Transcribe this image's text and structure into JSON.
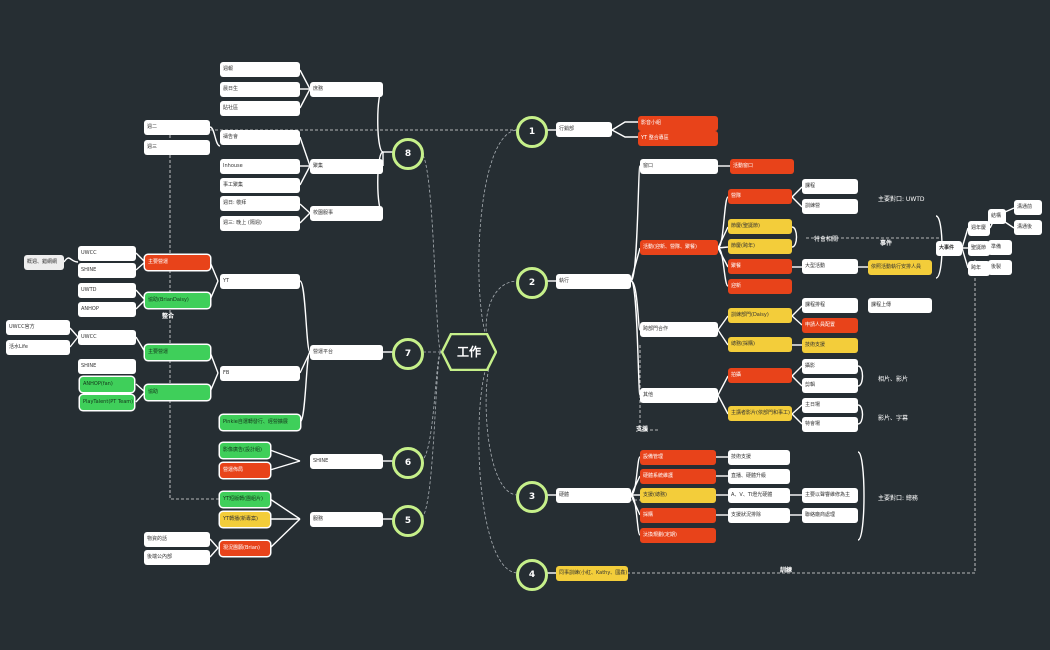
{
  "center": "工作",
  "circles": {
    "1": "1",
    "2": "2",
    "3": "3",
    "4": "4",
    "5": "5",
    "6": "6",
    "7": "7",
    "8": "8"
  },
  "r1": {
    "main": "行銷部",
    "a": "影音小組",
    "b": "YT 整合專區"
  },
  "r2": {
    "main": "執行",
    "window": "窗口",
    "window_sub": "活動窗口",
    "events": "活動(迎新、營隊、聚餐)",
    "ev_a": "營隊",
    "ev_b": "節慶(聖誕節)",
    "ev_c": "節慶(跨年)",
    "ev_d": "聚餐",
    "ev_e": "迎新",
    "course": "課程",
    "training": "訓練營",
    "note_wtd": "主要對口: UWTD",
    "note_special": "特會相關",
    "big_event": "大型活動",
    "big_event_note": "依照活動執行安排人員",
    "label_events": "事件",
    "cross": "跨部門合作",
    "cross_a": "訓練部門(Daisy)",
    "cross_b": "總務(採購)",
    "schedule": "課程排程",
    "schedule_up": "課程上傳",
    "apply_staff": "申請人員配置",
    "tech_support": "技術支援",
    "other": "其他",
    "other_a": "拍攝",
    "other_b": "主講者影片(依部門和事工)",
    "shoot": "攝影",
    "edit": "剪輯",
    "host": "主日場",
    "special_guest": "特會場",
    "note_photo": "相片、影片",
    "note_subtitle": "影片、字幕",
    "label_support": "支援"
  },
  "cluster": {
    "major": "大事件",
    "a": "週年慶",
    "b": "聖誕節",
    "c": "跨年",
    "d": "結構",
    "e": "溝通前",
    "f": "溝通後",
    "g": "準備",
    "h": "後製"
  },
  "r3": {
    "main": "硬體",
    "a": "設備管理",
    "b": "硬體系統維護",
    "c": "支援(總務)",
    "d": "採購",
    "e": "汰換規劃(定期)",
    "a1": "技術支援",
    "b1": "直播、硬體升級",
    "c1": "A、V、Tl燈光硬體",
    "d1": "支援狀況排除",
    "c2": "主要以聲響維修為主",
    "d2": "聯絡廠商處理",
    "note": "主要對口: 總務"
  },
  "r4": {
    "main": "同事訓練(小紅、Kathy、國鑫)",
    "label": "訓練"
  },
  "l8": {
    "admin": "庶務",
    "admin_a": "週報",
    "admin_b": "晨日生",
    "admin_c": "貼社區",
    "recruit": "聚集",
    "recruit_a": "禱告會",
    "recruit_b": "Inhouse",
    "recruit_c": "事工聚集",
    "campus": "校園服事",
    "campus_a": "週日: 敬拜",
    "campus_b": "週三: 晚上 (隔週)",
    "tue": "週二",
    "wed": "週三"
  },
  "l7": {
    "main": "營運平台",
    "yt": "YT",
    "fb": "FB",
    "pinkie": "Pinkie自選轉發行、經營擴展",
    "yt_a": "主要營運",
    "yt_b": "協助(BrianDaisy)",
    "fb_a": "主要營運",
    "fb_b": "協助",
    "label": "整合",
    "uwcc1": "UWCC",
    "shine1": "SHINE",
    "uwtd": "UWTD",
    "anhop": "ANHOP",
    "uwcc2": "UWCC",
    "shine2": "SHINE",
    "anhop_fan": "ANHOP(fan)",
    "play": "PlayTalent(PT Team)",
    "uwcc_official": "UWCC官方",
    "life": "活水Life",
    "feedback": "概週、錯網網"
  },
  "l6": {
    "main": "SHINE",
    "a": "影像廣告(設計組)",
    "b": "營運佈局"
  },
  "l5": {
    "main": "服務",
    "a": "YT短版轉(團組片)",
    "b": "YT轉播(新專案)",
    "c": "現況團願(Brian)",
    "c1": "物資的話",
    "c2": "後端公內部"
  }
}
